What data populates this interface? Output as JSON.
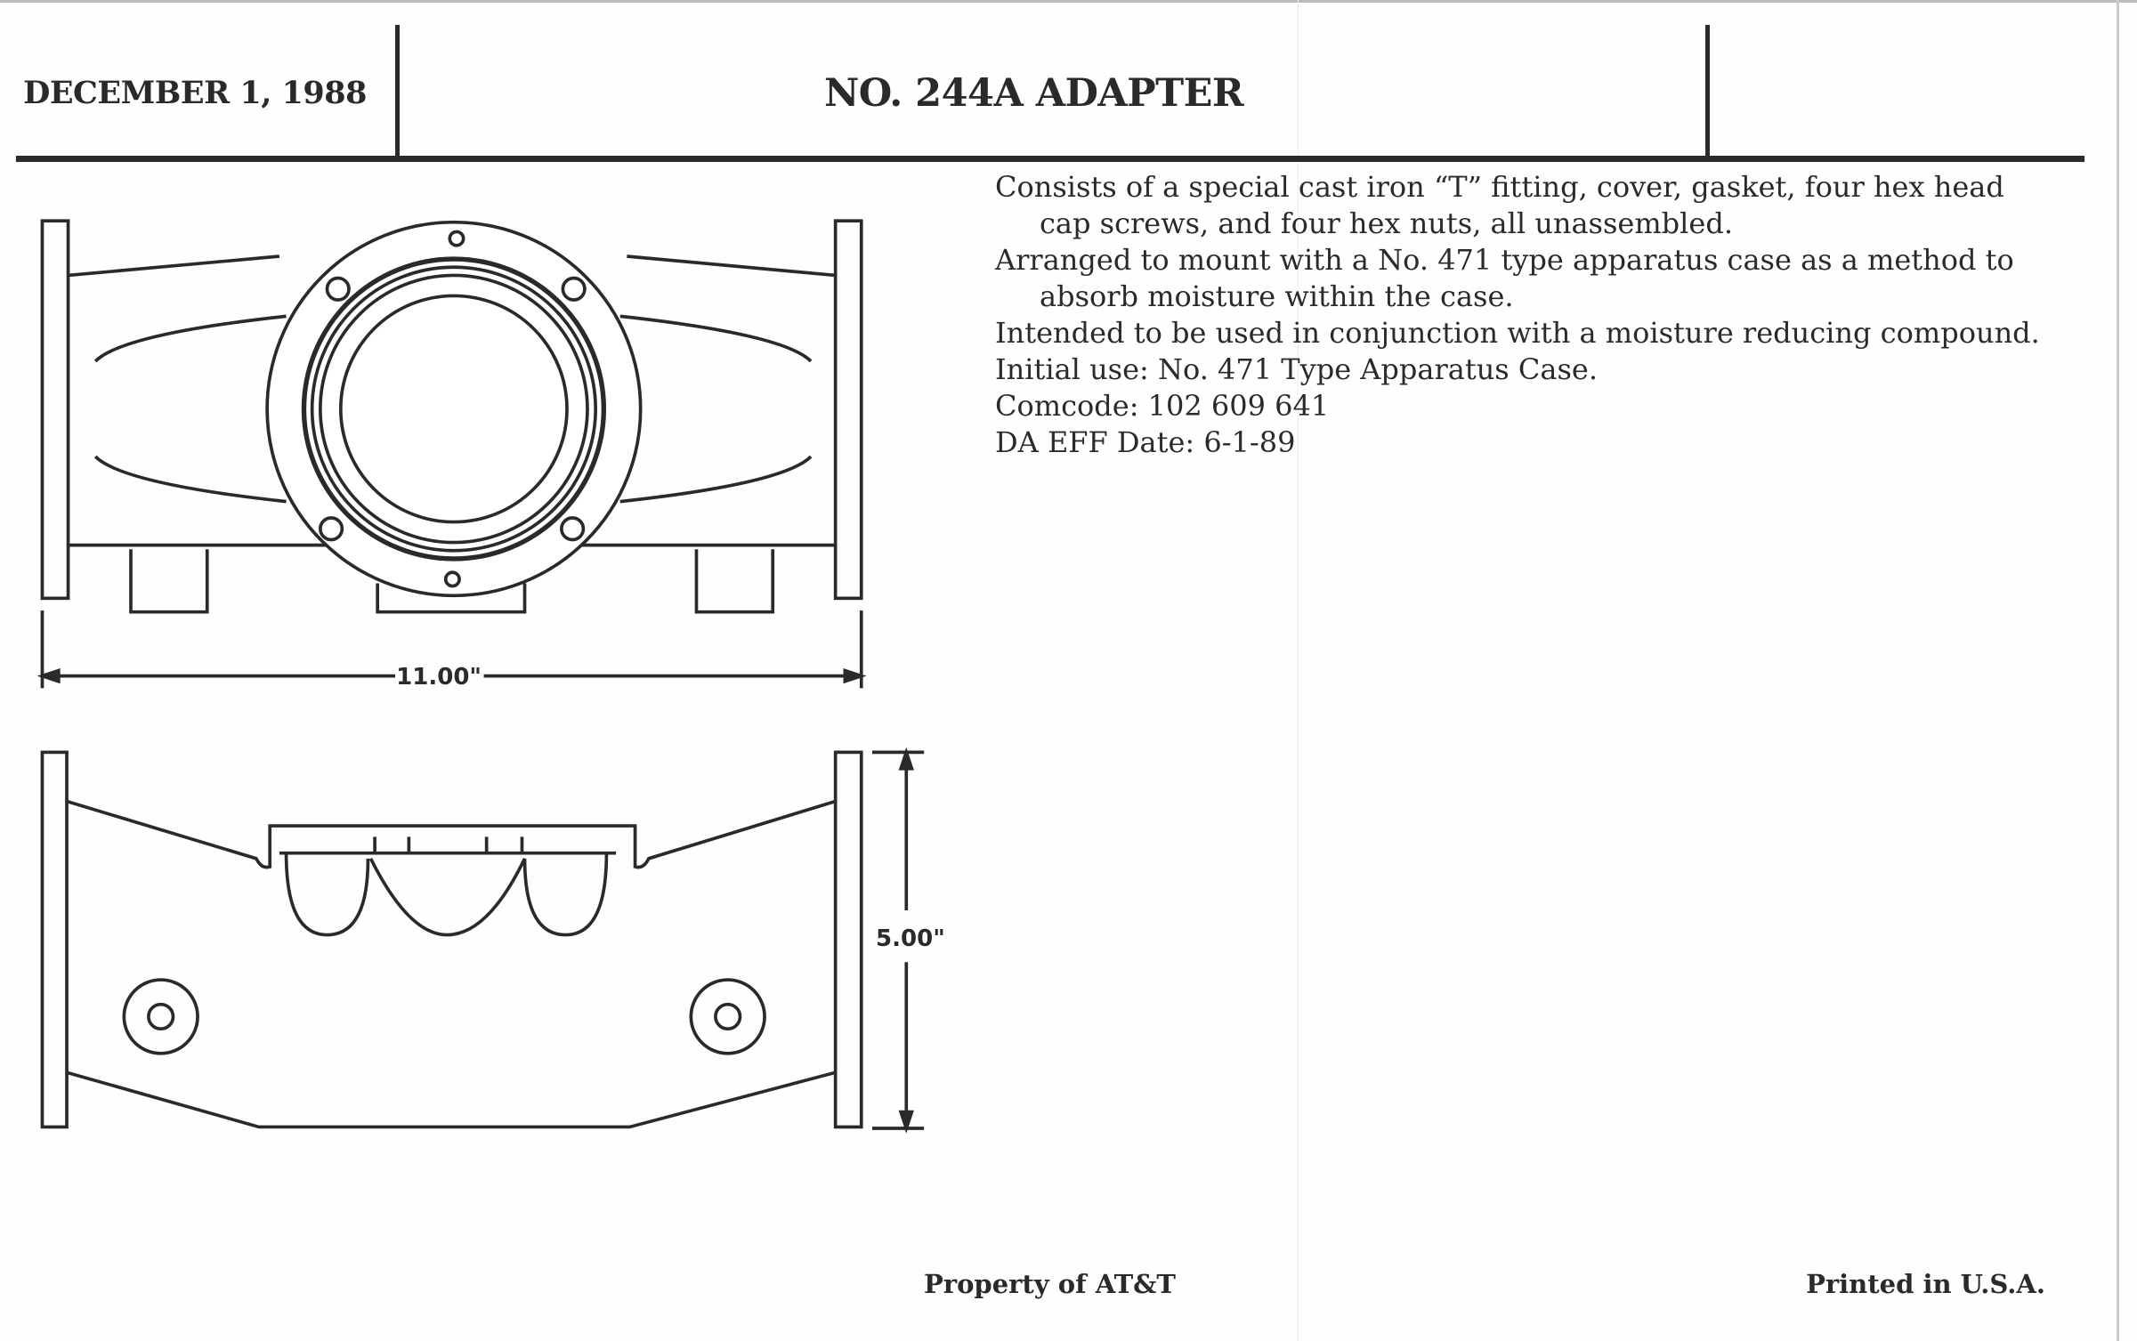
{
  "header": {
    "date": "DECEMBER 1, 1988",
    "title": "NO. 244A ADAPTER"
  },
  "body": {
    "paragraphs": [
      "Consists of a special cast iron “T” fitting, cover, gasket, four hex head cap screws, and four hex nuts, all unassembled.",
      "Arranged to mount with a No. 471 type apparatus case as a method to absorb moisture within the case.",
      "Intended to be used in conjunction with a moisture reducing compound.",
      "Initial use: No. 471 Type Apparatus Case.",
      "Comcode: 102 609 641",
      "DA EFF Date: 6-1-89"
    ]
  },
  "drawings": {
    "top_view_dimension": "11.00\"",
    "side_view_dimension": "5.00\""
  },
  "footer": {
    "left": "Property of AT&T",
    "right": "Printed in U.S.A."
  }
}
